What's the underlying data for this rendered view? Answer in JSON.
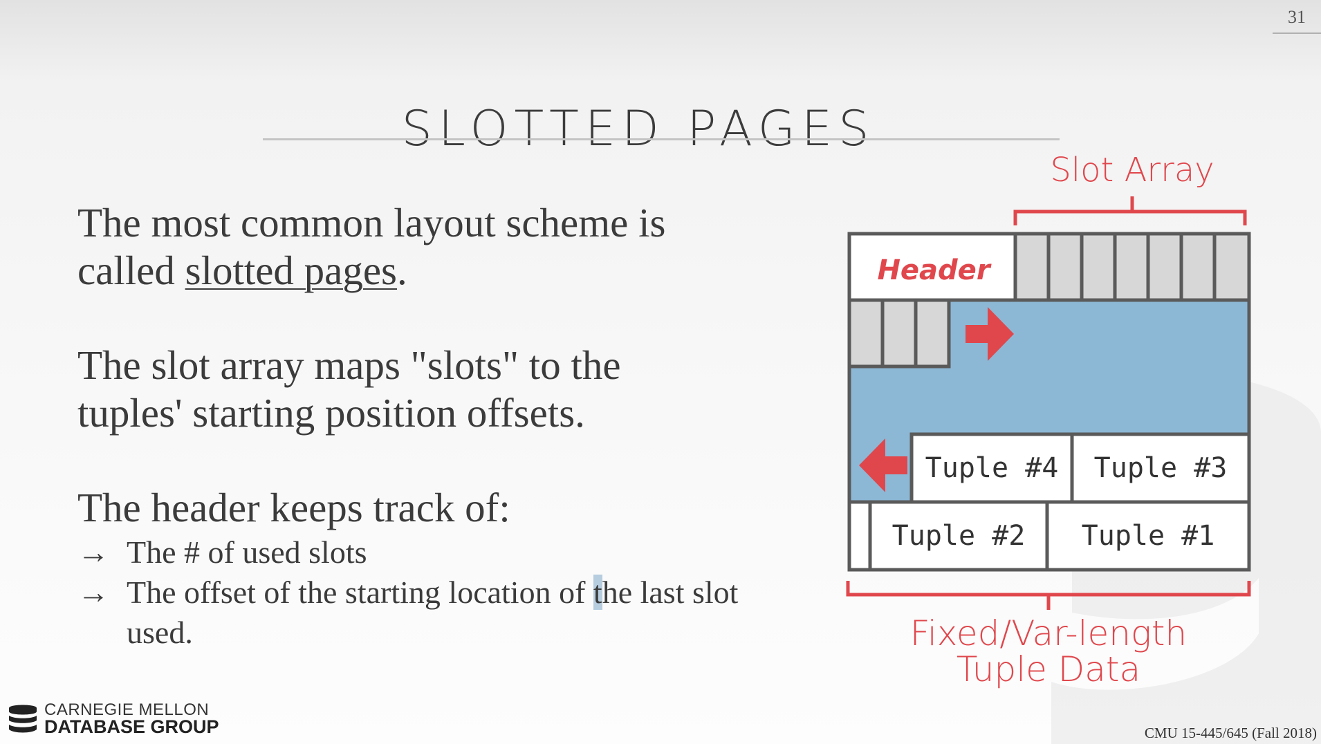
{
  "page_number": "31",
  "title": "SLOTTED PAGES",
  "paragraphs": {
    "p1_line1": "The most common layout scheme is",
    "p1_line2_prefix": "called ",
    "p1_line2_underlined": "slotted pages",
    "p1_line2_suffix": ".",
    "p2_line1": "The slot array maps \"slots\" to the",
    "p2_line2": "tuples' starting position offsets.",
    "p3_line1": "The header keeps track of:"
  },
  "bullets": {
    "arrow": "→",
    "b1": "The # of used slots",
    "b2_before_highlight": "The offset of the starting location of ",
    "b2_highlight": "t",
    "b2_after_highlight": "he last slot used."
  },
  "diagram": {
    "slot_array_label": "Slot Array",
    "header_label": "Header",
    "tuples": [
      "Tuple #4",
      "Tuple #3",
      "Tuple #2",
      "Tuple #1"
    ],
    "data_label_line1": "Fixed/Var-length",
    "data_label_line2": "Tuple Data",
    "colors": {
      "accent": "#e0474c",
      "free_space": "#8cb8d6",
      "slot": "#d7d7d7",
      "border": "#5a5a5a"
    }
  },
  "footer": {
    "logo_line1": "CARNEGIE MELLON",
    "logo_line2": "DATABASE GROUP",
    "course": "CMU 15-445/645 (Fall 2018)"
  }
}
